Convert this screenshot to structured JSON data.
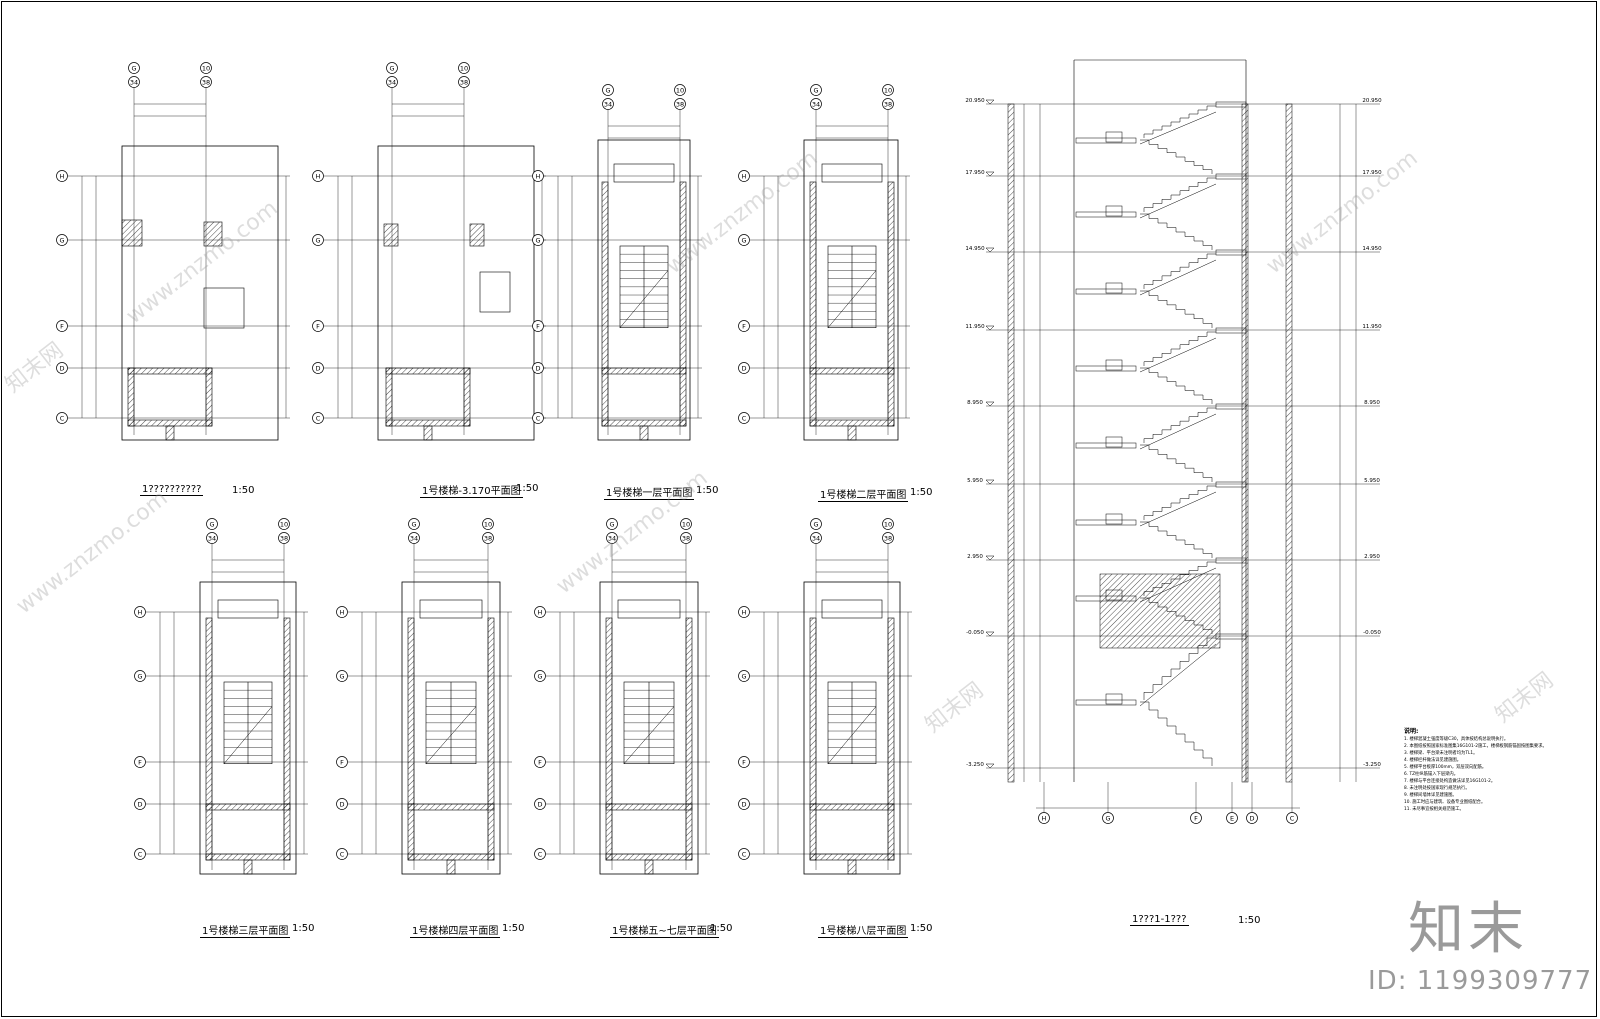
{
  "captions": [
    {
      "title": "1??????????",
      "scale": "1:50"
    },
    {
      "title": "1号楼梯-3.170平面图",
      "scale": "1:50"
    },
    {
      "title": "1号楼梯一层平面图",
      "scale": "1:50"
    },
    {
      "title": "1号楼梯二层平面图",
      "scale": "1:50"
    },
    {
      "title": "1号楼梯三层平面图",
      "scale": "1:50"
    },
    {
      "title": "1号楼梯四层平面图",
      "scale": "1:50"
    },
    {
      "title": "1号楼梯五~七层平面图",
      "scale": "1:50"
    },
    {
      "title": "1号楼梯八层平面图",
      "scale": "1:50"
    },
    {
      "title": "1???1-1???",
      "scale": "1:50"
    }
  ],
  "axes": {
    "top": [
      "G",
      "10"
    ],
    "top_sub": [
      "34",
      "38"
    ],
    "rows": [
      "H",
      "G",
      "F",
      "D",
      "C"
    ],
    "section_bottom": [
      "H",
      "G",
      "F",
      "E",
      "D",
      "C"
    ]
  },
  "levels": [
    "20.950",
    "17.950",
    "14.950",
    "11.950",
    "8.950",
    "5.950",
    "2.950",
    "-0.050",
    "-3.250"
  ],
  "notes": {
    "heading": "说明:",
    "items": [
      "1.  楼梯混凝土强度等级C30，具体按结构总说明执行。",
      "2.  本图纸按照国家标准图集16G101-2施工，楼梯板钢筋锚固按图集要求。",
      "3.  楼梯梁、平台梁未注明者均为TL1。",
      "4.  楼梯栏杆做法详见建施图。",
      "5.  楼梯平台板厚100mm，双层双向配筋。",
      "6.  TZ柱纵筋锚入下层梁内。",
      "7.  楼梯与平台连接处构造做法详见16G101-2。",
      "8.  未注明处按国家现行规范执行。",
      "9.  楼梯间墙体详见建施图。",
      "10. 施工时应与建筑、设备专业图纸配合。",
      "11. 未尽事宜按相关规范施工。"
    ]
  },
  "watermark": {
    "site": "www.znzmo.com",
    "brand": "知末",
    "brand_cn": "知末网",
    "id": "ID: 1199309777"
  }
}
